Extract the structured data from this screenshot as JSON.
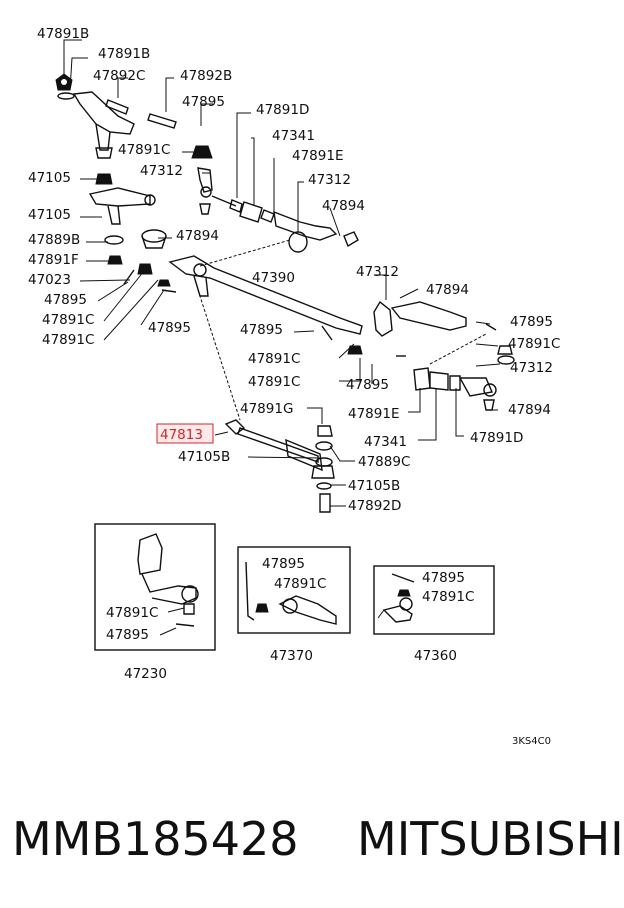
{
  "labels": {
    "l_47891B_a": "47891B",
    "l_47891B_b": "47891B",
    "l_47892C": "47892C",
    "l_47892B": "47892B",
    "l_47895_a": "47895",
    "l_47891D_a": "47891D",
    "l_47341_a": "47341",
    "l_47891C_a": "47891C",
    "l_47891E_a": "47891E",
    "l_47105_a": "47105",
    "l_47312_a": "47312",
    "l_47312_b": "47312",
    "l_47105_b": "47105",
    "l_47894_a": "47894",
    "l_47889B": "47889B",
    "l_47894_b": "47894",
    "l_47891F": "47891F",
    "l_47390": "47390",
    "l_47023": "47023",
    "l_47312_c": "47312",
    "l_47895_b": "47895",
    "l_47894_c": "47894",
    "l_47891C_b": "47891C",
    "l_47895_c": "47895",
    "l_47895_d": "47895",
    "l_47891C_c": "47891C",
    "l_47895_e": "47895",
    "l_47891C_d": "47891C",
    "l_47891C_e": "47891C",
    "l_47312_d": "47312",
    "l_47891C_f": "47891C",
    "l_47895_f": "47895",
    "l_47891G": "47891G",
    "l_47891E_b": "47891E",
    "l_47894_d": "47894",
    "l_47813": "47813",
    "l_47341_b": "47341",
    "l_47891D_b": "47891D",
    "l_47105B_a": "47105B",
    "l_47889C": "47889C",
    "l_47105B_b": "47105B",
    "l_47892D": "47892D",
    "b1_47891C": "47891C",
    "b1_47895": "47895",
    "b1_title": "47230",
    "b2_47895": "47895",
    "b2_47891C": "47891C",
    "b2_title": "47370",
    "b3_47895": "47895",
    "b3_47891C": "47891C",
    "b3_title": "47360",
    "code": "3KS4C0"
  },
  "highlight_color": "#cc2a2a",
  "caption": "MMB185428    MITSUBISHI"
}
